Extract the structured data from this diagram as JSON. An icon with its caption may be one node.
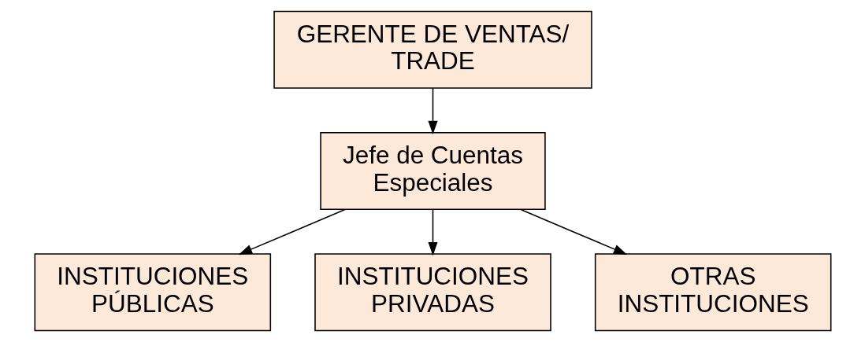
{
  "diagram": {
    "nodes": [
      {
        "text": [
          "GERENTE DE VENTAS/ TRADE"
        ]
      },
      {
        "text": [
          "Jefe de Cuentas Especiales"
        ]
      },
      {
        "text": [
          "INSTITUCIONES PÚBLICAS"
        ]
      },
      {
        "text": [
          "INSTITUCIONES PRIVADAS"
        ]
      },
      {
        "text": [
          "OTRAS INSTITUCIONES"
        ]
      }
    ],
    "edges": [
      {
        "from": 0,
        "to": 1,
        "arrow": "to"
      },
      {
        "from": 1,
        "to": 2,
        "arrow": "to"
      },
      {
        "from": 1,
        "to": 3,
        "arrow": "to"
      },
      {
        "from": 1,
        "to": 4,
        "arrow": "to"
      }
    ]
  }
}
